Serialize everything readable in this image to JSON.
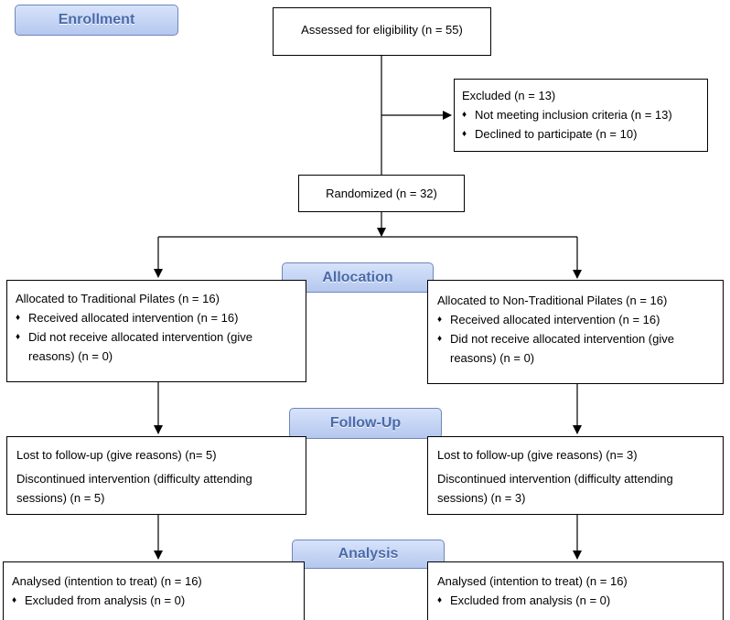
{
  "stages": {
    "enrollment": "Enrollment",
    "allocation": "Allocation",
    "follow_up": "Follow-Up",
    "analysis": "Analysis"
  },
  "assessed": "Assessed for eligibility (n = 55)",
  "excluded": {
    "title": "Excluded (n = 13)",
    "items": [
      "Not meeting inclusion criteria (n = 13)",
      "Declined to participate (n = 10)"
    ]
  },
  "randomized": "Randomized (n = 32)",
  "bullet_symbol": "♦",
  "left": {
    "allocation": {
      "title": "Allocated to Traditional Pilates (n = 16)",
      "received": "Received allocated intervention (n = 16)",
      "not_received": "Did not receive allocated intervention (give reasons) (n = 0)"
    },
    "follow_up": {
      "lost": "Lost to follow-up (give reasons) (n= 5)",
      "discontinued": "Discontinued intervention (difficulty attending sessions) (n = 5)"
    },
    "analysis": {
      "analysed": "Analysed (intention to treat) (n = 16)",
      "excluded": "Excluded from analysis (n = 0)"
    }
  },
  "right": {
    "allocation": {
      "title": "Allocated to Non-Traditional Pilates (n = 16)",
      "received": "Received allocated intervention (n = 16)",
      "not_received": "Did not receive allocated intervention (give reasons) (n = 0)"
    },
    "follow_up": {
      "lost": "Lost to follow-up (give reasons) (n= 3)",
      "discontinued": "Discontinued intervention (difficulty attending sessions) (n = 3)"
    },
    "analysis": {
      "analysed": "Analysed (intention to treat) (n = 16)",
      "excluded": "Excluded from analysis (n = 0)"
    }
  }
}
